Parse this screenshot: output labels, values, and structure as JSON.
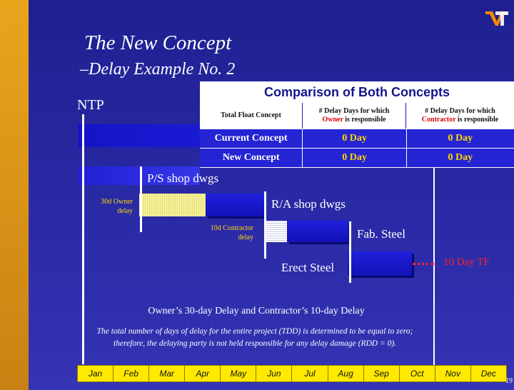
{
  "slide": {
    "title": "The New Concept",
    "subtitle": "–Delay Example No. 2",
    "page_number": "19"
  },
  "gantt": {
    "ntp_label": "NTP",
    "tasks": [
      {
        "label": "P/S shop dwgs"
      },
      {
        "label": "R/A shop dwgs"
      },
      {
        "label": "Fab. Steel"
      },
      {
        "label": "Erect Steel"
      }
    ],
    "owner_delay_label": [
      "30d Owner",
      "delay"
    ],
    "contractor_delay_label": [
      "10d Contractor",
      "delay"
    ],
    "total_float_label": "10 Day TF",
    "caption": "Owner’s 30-day Delay and Contractor’s 10-day Delay",
    "note": "The total number of days of delay for the entire project (TDD) is determined to be equal to zero; therefore, the delaying party is not held responsible for any delay damage (RDD = 0).",
    "months": [
      "Jan",
      "Feb",
      "Mar",
      "Apr",
      "May",
      "Jun",
      "Jul",
      "Aug",
      "Sep",
      "Oct",
      "Nov",
      "Dec"
    ]
  },
  "comparison": {
    "title": "Comparison of Both Concepts",
    "headers": {
      "col1": "Total Float Concept",
      "col2_prefix": "# Delay Days for which",
      "col2_party": "Owner",
      "col2_suffix": "is responsible",
      "col3_prefix": "# Delay Days for which",
      "col3_party": "Contractor",
      "col3_suffix": "is responsible"
    },
    "rows": [
      {
        "name": "Current Concept",
        "owner": "0 Day",
        "contractor": "0 Day"
      },
      {
        "name": "New Concept",
        "owner": "0 Day",
        "contractor": "0 Day"
      }
    ]
  },
  "colors": {
    "background": "#22239a",
    "accent_bar": "#e9a51c",
    "months_band": "#ffe900",
    "delay_value": "#ffd800",
    "total_float": "#ff2020"
  },
  "icons": {
    "logo": "vt-logo"
  }
}
